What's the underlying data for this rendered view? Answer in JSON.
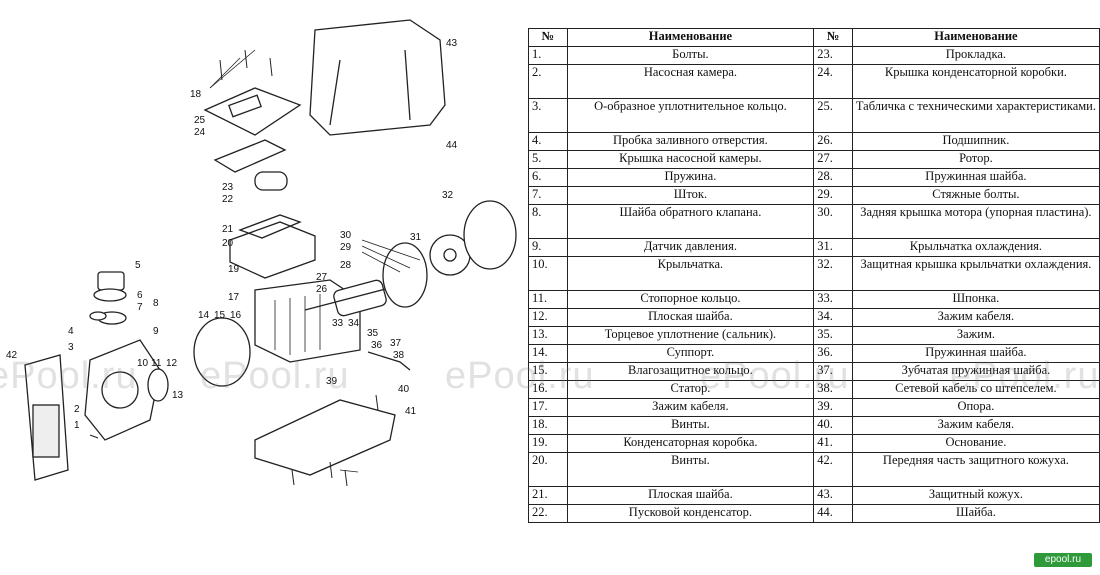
{
  "table": {
    "headers": {
      "num": "№",
      "name": "Наименование"
    },
    "rows": [
      {
        "n1": "1.",
        "t1": "Болты.",
        "n2": "23.",
        "t2": "Прокладка."
      },
      {
        "n1": "2.",
        "t1": "Насосная камера.",
        "n2": "24.",
        "t2": "Крышка конденсаторной коробки."
      },
      {
        "n1": "3.",
        "t1": "О-образное уплотнительное кольцо.",
        "n2": "25.",
        "t2": "Табличка с техническими характеристиками."
      },
      {
        "n1": "4.",
        "t1": "Пробка заливного отверстия.",
        "n2": "26.",
        "t2": "Подшипник."
      },
      {
        "n1": "5.",
        "t1": "Крышка насосной камеры.",
        "n2": "27.",
        "t2": "Ротор."
      },
      {
        "n1": "6.",
        "t1": "Пружина.",
        "n2": "28.",
        "t2": "Пружинная шайба."
      },
      {
        "n1": "7.",
        "t1": "Шток.",
        "n2": "29.",
        "t2": "Стяжные болты."
      },
      {
        "n1": "8.",
        "t1": "Шайба обратного клапана.",
        "n2": "30.",
        "t2": "Задняя крышка мотора (упорная пластина)."
      },
      {
        "n1": "9.",
        "t1": "Датчик давления.",
        "n2": "31.",
        "t2": "Крыльчатка охлаждения."
      },
      {
        "n1": "10.",
        "t1": "Крыльчатка.",
        "n2": "32.",
        "t2": "Защитная крышка крыльчатки охлаждения."
      },
      {
        "n1": "11.",
        "t1": "Стопорное кольцо.",
        "n2": "33.",
        "t2": "Шпонка."
      },
      {
        "n1": "12.",
        "t1": "Плоская шайба.",
        "n2": "34.",
        "t2": "Зажим кабеля."
      },
      {
        "n1": "13.",
        "t1": "Торцевое уплотнение (сальник).",
        "n2": "35.",
        "t2": "Зажим."
      },
      {
        "n1": "14.",
        "t1": "Суппорт.",
        "n2": "36.",
        "t2": "Пружинная шайба."
      },
      {
        "n1": "15.",
        "t1": "Влагозащитное кольцо.",
        "n2": "37.",
        "t2": "Зубчатая пружинная шайба."
      },
      {
        "n1": "16.",
        "t1": "Статор.",
        "n2": "38.",
        "t2": "Сетевой кабель со штепселем."
      },
      {
        "n1": "17.",
        "t1": "Зажим кабеля.",
        "n2": "39.",
        "t2": "Опора."
      },
      {
        "n1": "18.",
        "t1": "Винты.",
        "n2": "40.",
        "t2": "Зажим кабеля."
      },
      {
        "n1": "19.",
        "t1": "Конденсаторная коробка.",
        "n2": "41.",
        "t2": "Основание."
      },
      {
        "n1": "20.",
        "t1": "Винты.",
        "n2": "42.",
        "t2": "Передняя часть защитного кожуха."
      },
      {
        "n1": "21.",
        "t1": "Плоская шайба.",
        "n2": "43.",
        "t2": "Защитный кожух."
      },
      {
        "n1": "22.",
        "t1": "Пусковой конденсатор.",
        "n2": "44.",
        "t2": "Шайба."
      }
    ]
  },
  "diagram": {
    "callouts": [
      "1",
      "2",
      "3",
      "4",
      "5",
      "6",
      "7",
      "8",
      "9",
      "10",
      "11",
      "12",
      "13",
      "14",
      "15",
      "16",
      "17",
      "18",
      "19",
      "20",
      "21",
      "22",
      "23",
      "24",
      "25",
      "26",
      "27",
      "28",
      "29",
      "30",
      "31",
      "32",
      "33",
      "34",
      "35",
      "36",
      "37",
      "38",
      "39",
      "40",
      "41",
      "42",
      "43",
      "44"
    ]
  },
  "watermark": "ePool.ru",
  "logo": "epool.ru"
}
